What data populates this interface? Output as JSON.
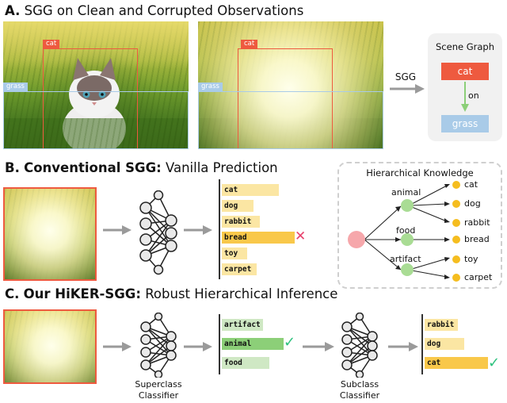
{
  "sectionA": {
    "prefix": "A.",
    "title": "SGG on Clean and Corrupted Observations",
    "clean_cat_tag": "cat",
    "clean_grass_tag": "grass",
    "corrupt_cat_tag": "cat",
    "corrupt_grass_tag": "grass",
    "arrow_label": "SGG",
    "scene_graph": {
      "title": "Scene Graph",
      "subject": "cat",
      "relation": "on",
      "object": "grass"
    }
  },
  "sectionB": {
    "prefix": "B.",
    "bold_title": "Conventional SGG:",
    "title": "Vanilla Prediction",
    "predictions": [
      "cat",
      "dog",
      "rabbit",
      "bread",
      "toy",
      "carpet"
    ],
    "wrong_mark": "✕",
    "hierarchy": {
      "title": "Hierarchical Knowledge",
      "superclasses": [
        "animal",
        "food",
        "artifact"
      ],
      "leaves": [
        "cat",
        "dog",
        "rabbit",
        "bread",
        "toy",
        "carpet"
      ]
    }
  },
  "sectionC": {
    "prefix": "C.",
    "bold_title": "Our HiKER-SGG:",
    "title": "Robust Hierarchical Inference",
    "superclass_predictions": [
      "artifact",
      "animal",
      "food"
    ],
    "superclass_classifier_label": [
      "Superclass",
      "Classifier"
    ],
    "subclass_predictions": [
      "rabbit",
      "dog",
      "cat"
    ],
    "subclass_classifier_label": [
      "Subclass",
      "Classifier"
    ],
    "check_mark": "✓"
  },
  "colors": {
    "red": "#ee5a3f",
    "blue": "#a9cbe8",
    "yellow_bar": "#fbe6a3",
    "yellow_strong": "#f9c84a",
    "green_bar": "#cfe8c4",
    "green_strong": "#8ccf78",
    "green_node": "#a9dc94",
    "pink_node": "#f6a7ab",
    "gold_node": "#f5bd1f",
    "check": "#2ec27e",
    "cross": "#e8416c"
  }
}
